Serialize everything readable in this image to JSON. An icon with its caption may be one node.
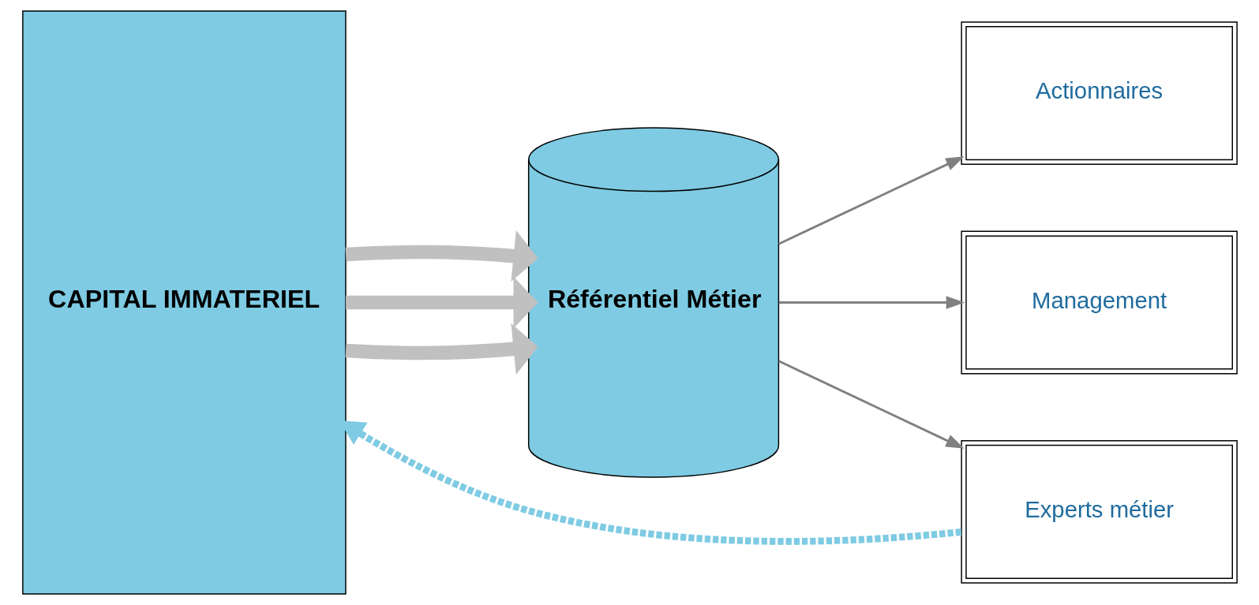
{
  "diagram": {
    "nodes": [
      {
        "text": [
          "CAPITAL IMMATERIEL"
        ]
      },
      {
        "text": [
          "Référentiel Métier"
        ]
      },
      {
        "text": [
          "Actionnaires"
        ]
      },
      {
        "text": [
          "Management"
        ]
      },
      {
        "text": [
          "Experts métier"
        ]
      }
    ],
    "edges": [
      {
        "from": 0,
        "to": 1,
        "arrow": "to",
        "style": "thick",
        "color": "#c0c0c0"
      },
      {
        "from": 0,
        "to": 1,
        "arrow": "to",
        "style": "thick",
        "color": "#c0c0c0"
      },
      {
        "from": 0,
        "to": 1,
        "arrow": "to",
        "style": "thick",
        "color": "#c0c0c0"
      },
      {
        "from": 1,
        "to": 2,
        "arrow": "to"
      },
      {
        "from": 1,
        "to": 3,
        "arrow": "to"
      },
      {
        "from": 1,
        "to": 4,
        "arrow": "to"
      },
      {
        "from": 4,
        "to": 0,
        "arrow": "to",
        "style": "dashed",
        "color": "#7ecbe3"
      }
    ]
  }
}
